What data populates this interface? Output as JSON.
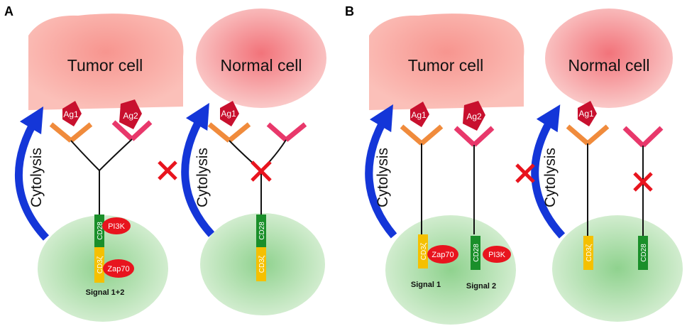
{
  "panel_a": {
    "label": "A",
    "tumor_cell": "Tumor cell",
    "normal_cell": "Normal cell",
    "cytolysis_tumor": "Cytolysis",
    "cytolysis_normal": "Cytolysis",
    "ag1_tumor": "Ag1",
    "ag2_tumor": "Ag2",
    "ag1_normal": "Ag1",
    "cd28_tumor": "CD28",
    "cd3z_tumor": "CD3ζ",
    "cd28_normal": "CD28",
    "cd3z_normal": "CD3ζ",
    "pi3k": "PI3K",
    "zap70": "Zap70",
    "signal": "Signal 1+2"
  },
  "panel_b": {
    "label": "B",
    "tumor_cell": "Tumor cell",
    "normal_cell": "Normal cell",
    "cytolysis_tumor": "Cytolysis",
    "cytolysis_normal": "Cytolysis",
    "ag1_tumor": "Ag1",
    "ag2_tumor": "Ag2",
    "ag1_normal": "Ag1",
    "cd3z_tumor": "CD3ζ",
    "cd28_tumor": "CD28",
    "cd3z_normal": "CD3ζ",
    "cd28_normal": "CD28",
    "zap70": "Zap70",
    "pi3k": "PI3K",
    "signal1": "Signal 1",
    "signal2": "Signal 2"
  },
  "colors": {
    "tumor": "#f8a9a2",
    "normal_core": "#f47f84",
    "tcell_core": "#a5dca3",
    "antigen": "#c8102e",
    "receptor1": "#f08b3c",
    "receptor2": "#e8386b",
    "arrow": "#1436d8",
    "cross": "#e8141e",
    "cd28": "#1a8f2a",
    "cd3z": "#f5c000",
    "kinase": "#e8141e"
  }
}
